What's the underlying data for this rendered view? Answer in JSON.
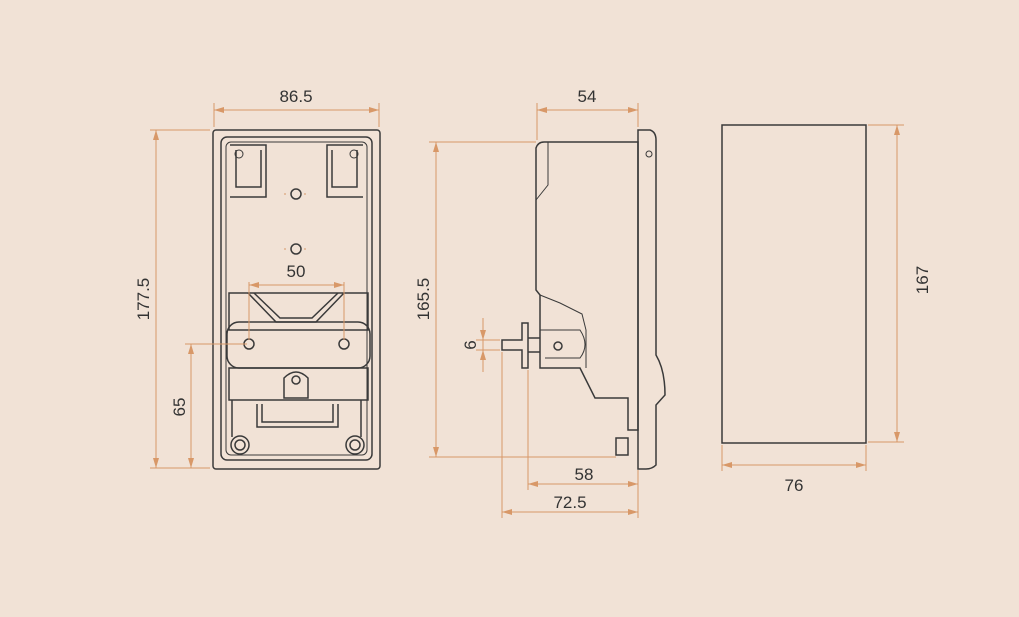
{
  "drawing": {
    "colors": {
      "background": "#f1e2d6",
      "outline": "#3a3a3a",
      "dimension_line": "#d89868",
      "body_fill": "#ffffff",
      "text": "#333333"
    },
    "front_view": {
      "width": "86.5",
      "height": "177.5",
      "hole_spacing": "50",
      "hole_height": "65"
    },
    "side_view": {
      "top_depth": "54",
      "height": "165.5",
      "pin_diameter": "6",
      "depth_58": "58",
      "depth_72_5": "72.5"
    },
    "cover_view": {
      "width": "76",
      "height": "167"
    }
  }
}
